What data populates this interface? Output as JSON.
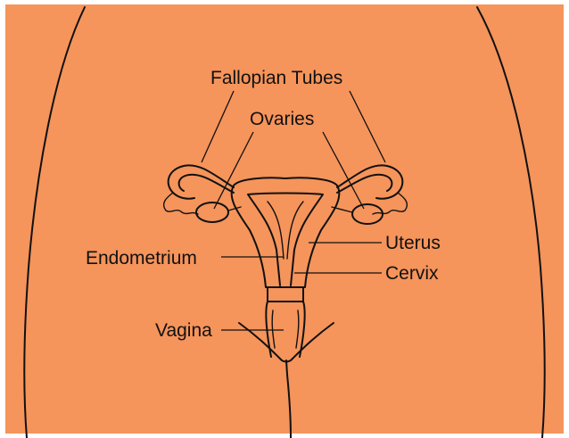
{
  "colors": {
    "background": "#f5945b",
    "border": "#ffffff",
    "line": "#111111"
  },
  "labels": {
    "fallopian_tubes": "Fallopian Tubes",
    "ovaries": "Ovaries",
    "endometrium": "Endometrium",
    "uterus": "Uterus",
    "cervix": "Cervix",
    "vagina": "Vagina"
  }
}
